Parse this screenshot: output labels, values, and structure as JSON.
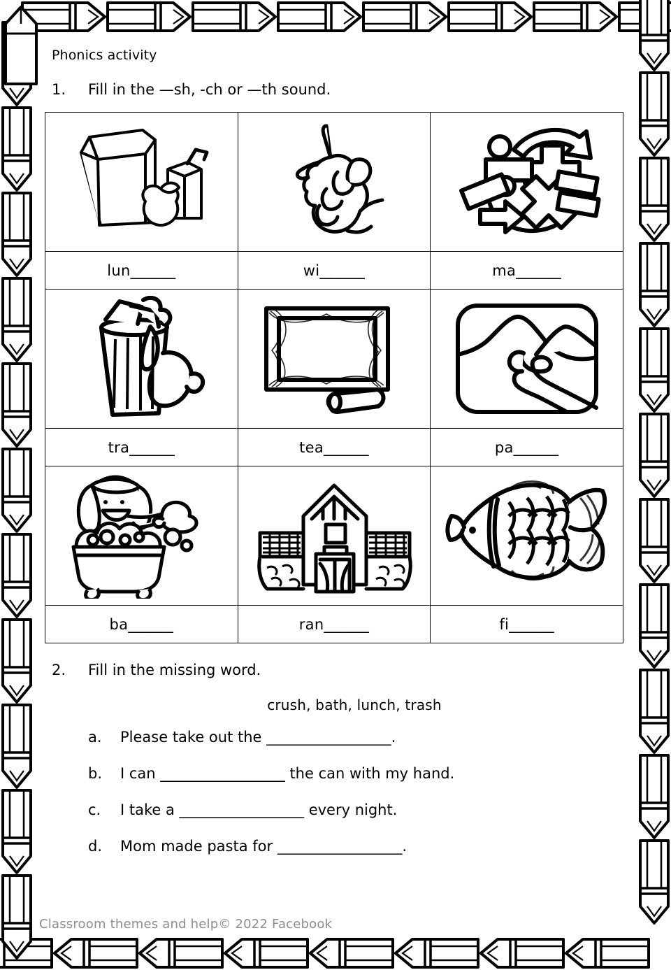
{
  "page": {
    "title": "Phonics activity",
    "footer": "Classroom themes and help© 2022 Facebook"
  },
  "question1": {
    "number": "1.",
    "text": "Fill in the —sh, -ch or —th sound.",
    "rows": [
      {
        "cells": [
          {
            "picture": "lunch-bag-apple-juice-picture",
            "word": "lun______"
          },
          {
            "picture": "hand-holding-wishbone-picture",
            "word": "wi______"
          },
          {
            "picture": "math-symbols-picture",
            "word": "ma______"
          }
        ]
      },
      {
        "cells": [
          {
            "picture": "trash-can-picture",
            "word": "tra______"
          },
          {
            "picture": "chalkboard-and-chalk-picture",
            "word": "tea______"
          },
          {
            "picture": "mountain-path-picture",
            "word": "pa______"
          }
        ]
      },
      {
        "cells": [
          {
            "picture": "girl-in-bathtub-picture",
            "word": "ba______"
          },
          {
            "picture": "ranch-barn-picture",
            "word": "ran______"
          },
          {
            "picture": "fish-picture",
            "word": "fi______"
          }
        ]
      }
    ]
  },
  "question2": {
    "number": "2.",
    "text": "Fill in the missing word.",
    "word_bank": "crush, bath, lunch, trash",
    "items": [
      {
        "letter": "a.",
        "text": "Please take out the _________________."
      },
      {
        "letter": "b.",
        "text": "I can _________________ the can with my hand."
      },
      {
        "letter": "c.",
        "text": "I take a _________________ every night."
      },
      {
        "letter": "d.",
        "text": "Mom made pasta for _________________."
      }
    ]
  },
  "decor": {
    "border": "crayon-border",
    "colors": {
      "ink": "#000000",
      "paper": "#ffffff",
      "footer_text": "#8d8d8d"
    }
  }
}
